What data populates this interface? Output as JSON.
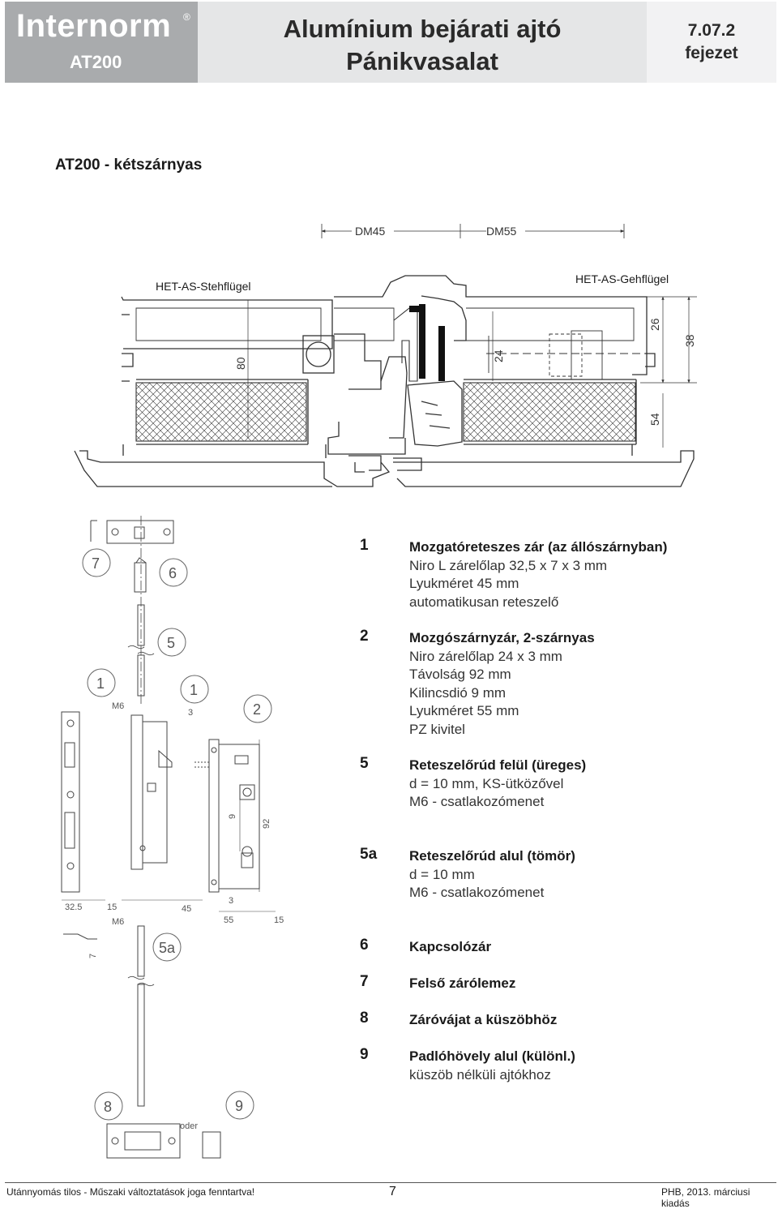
{
  "header": {
    "brand": "Internorm",
    "brand_mark": "®",
    "model": "AT200",
    "title_line1": "Alumínium bejárati ajtó",
    "title_line2": "Pánikvasalat",
    "chapter_number": "7.07.2",
    "chapter_label": "fejezet"
  },
  "section_title": "AT200 - kétszárnyas",
  "profile_drawing": {
    "dim_dm45": "DM45",
    "dim_dm55": "DM55",
    "label_left": "HET-AS-Stehflügel",
    "label_right": "HET-AS-Gehflügel",
    "dim_80": "80",
    "dim_24": "24",
    "dim_26": "26",
    "dim_38": "38",
    "dim_54": "54"
  },
  "lock_drawing": {
    "bubbles": {
      "b7": "7",
      "b6": "6",
      "b5": "5",
      "b1a": "1",
      "b1b": "1",
      "b2": "2",
      "b5a": "5a",
      "b8": "8",
      "b9": "9"
    },
    "dims": {
      "m6_top": "M6",
      "d3_top": "3",
      "d9": "9",
      "d92": "92",
      "d32_5": "32.5",
      "d15a": "15",
      "d45": "45",
      "d3_bot": "3",
      "d55": "55",
      "d15b": "15",
      "m6_bot": "M6",
      "d7": "7",
      "oder": "oder"
    }
  },
  "legend": [
    {
      "num": "1",
      "title": "Mozgatóreteszes zár (az állószárnyban)",
      "lines": [
        "Niro L zárelőlap 32,5 x 7 x 3 mm",
        "Lyukméret 45 mm",
        "automatikusan reteszelő"
      ]
    },
    {
      "num": "2",
      "title": "Mozgószárnyzár, 2-szárnyas",
      "lines": [
        "Niro zárelőlap 24 x 3 mm",
        "Távolság 92 mm",
        "Kilincsdió 9 mm",
        "Lyukméret 55 mm",
        "PZ kivitel"
      ]
    },
    {
      "num": "5",
      "title": "Reteszelőrúd felül (üreges)",
      "lines": [
        "d = 10 mm, KS-ütközővel",
        "M6 - csatlakozómenet"
      ]
    },
    {
      "num": "5a",
      "title": "Reteszelőrúd alul (tömör)",
      "lines": [
        "d = 10 mm",
        "M6 - csatlakozómenet"
      ]
    },
    {
      "num": "6",
      "title": "Kapcsolózár",
      "lines": []
    },
    {
      "num": "7",
      "title": "Felső zárólemez",
      "lines": []
    },
    {
      "num": "8",
      "title": "Záróvájat a küszöbhöz",
      "lines": []
    },
    {
      "num": "9",
      "title": "Padlóhövely alul (különl.)",
      "lines": [
        "küszöb nélküli ajtókhoz"
      ]
    }
  ],
  "footer": {
    "left": "Utánnyomás tilos - Műszaki változtatások joga fenntartva!",
    "page": "7",
    "right": "PHB, 2013. márciusi kiadás"
  }
}
